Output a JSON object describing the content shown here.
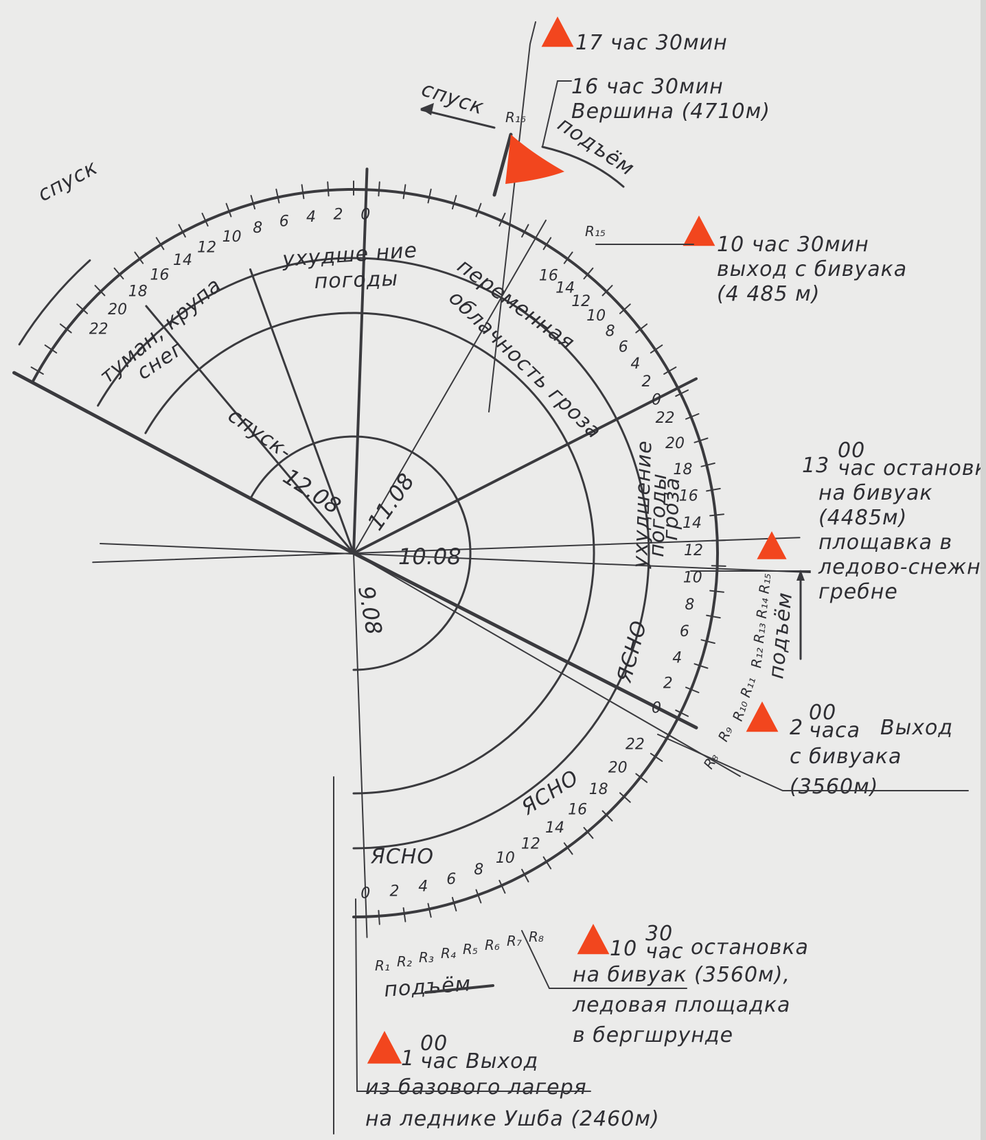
{
  "days": [
    {
      "id": "d9",
      "label": "9.08"
    },
    {
      "id": "d10",
      "label": "10.08"
    },
    {
      "id": "d11",
      "label": "11.08"
    },
    {
      "id": "d12",
      "label": "12.08"
    }
  ],
  "weather": {
    "clear1": "ЯСНО",
    "clear2": "ЯСНО",
    "clear3": "ЯСНО",
    "worsening_storm_1": "ухудшение",
    "worsening_storm_2": "погоды",
    "worsening_storm_3": "гроза",
    "variable_1": "переменная",
    "variable_2": "облачность гроза",
    "worsening_1": "ухудше ние",
    "worsening_2": "погоды",
    "fog_1": "туман, крупа",
    "fog_2": "снег"
  },
  "arc_labels": {
    "descent_top": "спуск",
    "descent_outer": "спуск",
    "ascent_top": "подъём",
    "descent_inner": "спуск-",
    "ascent_bottom": "подъём",
    "ascent_right": "подъём"
  },
  "hour_ticks": {
    "day9": [
      "0",
      "2",
      "4",
      "6",
      "8",
      "10",
      "12",
      "14",
      "16",
      "18",
      "20",
      "22"
    ],
    "day10": [
      "0",
      "2",
      "4",
      "6",
      "8",
      "10",
      "12",
      "14",
      "16",
      "18",
      "20",
      "22"
    ],
    "day11": [
      "0",
      "2",
      "4",
      "6",
      "8",
      "10",
      "12",
      "14",
      "16"
    ],
    "day12": [
      "0",
      "2",
      "4",
      "6",
      "8",
      "10",
      "12",
      "14",
      "16",
      "18",
      "20",
      "22"
    ]
  },
  "routes": {
    "bottom": [
      "R₁",
      "R₂",
      "R₃",
      "R₄",
      "R₅",
      "R₆",
      "R₇",
      "R₈"
    ],
    "right_a": "R₈",
    "right_b": "R₉",
    "right_c": "R₁₀ R₁₁",
    "right_d": "R₁₂ R₁₃ R₁₄ R₁₅",
    "r15": "R₁₅",
    "r16": "R₁₆"
  },
  "events": {
    "e1": {
      "time": "1",
      "sup": "00",
      "unit": "час Выход",
      "lines": [
        "из базового лагеря",
        "на леднике Ушба (2460м)"
      ]
    },
    "e2": {
      "time": "10",
      "sup": "30",
      "unit": "час",
      "lines": [
        "остановка",
        "на бивуак (3560м),",
        "ледовая площадка",
        "в бергшрунде"
      ]
    },
    "e3": {
      "time": "2",
      "sup": "00",
      "unit": "часа",
      "lines": [
        "Выход",
        "с бивуака",
        "(3560м)"
      ]
    },
    "e4": {
      "time": "13",
      "sup": "00",
      "unit": "час остановка",
      "lines": [
        "на бивуак",
        "(4485м)",
        "площавка в",
        "ледово-снежном",
        "гребне"
      ]
    },
    "e5": {
      "lines": [
        "10 час 30мин",
        "выход с бивуака",
        "(4 485 м)"
      ]
    },
    "e6": {
      "lines": [
        "16 час 30мин",
        "Вершина (4710м)"
      ]
    },
    "e7": {
      "lines": [
        "17 час 30мин"
      ]
    }
  },
  "colors": {
    "ink": "#3a3a3e",
    "marker": "#f2461e",
    "paper": "#ebebea"
  }
}
